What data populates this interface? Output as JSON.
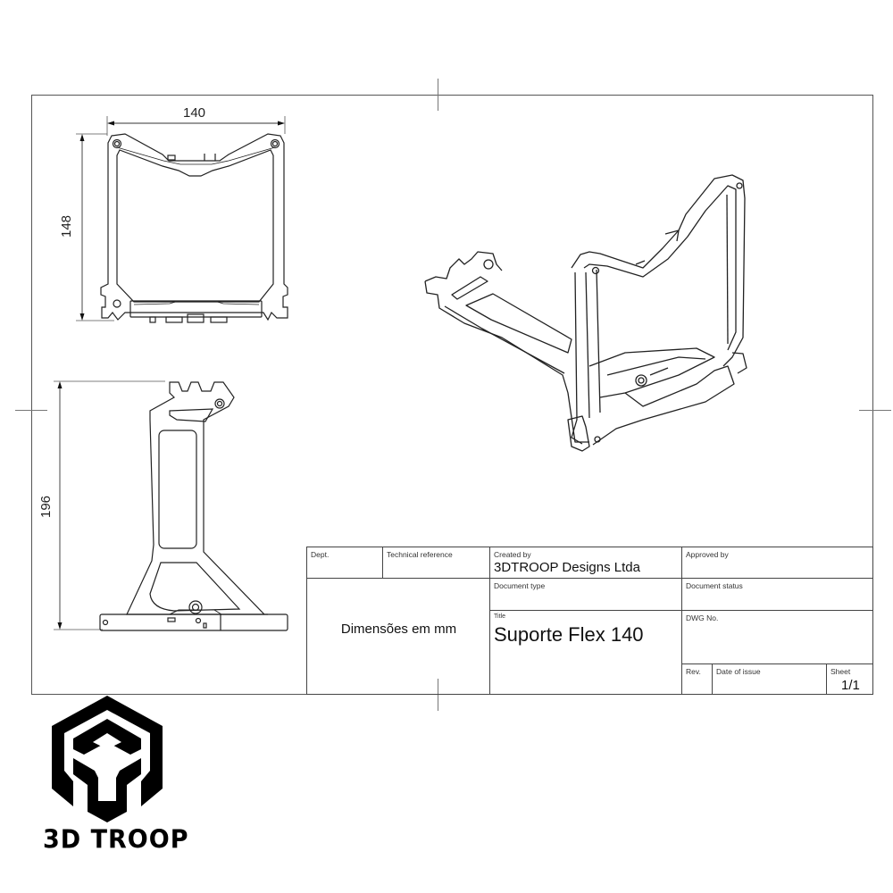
{
  "drawing": {
    "views": {
      "top": {
        "width_dimension": "140",
        "height_dimension": "148"
      },
      "side": {
        "height_dimension": "196"
      },
      "isometric": {}
    }
  },
  "title_block": {
    "dept_label": "Dept.",
    "dept_value": "",
    "technical_reference_label": "Technical reference",
    "technical_reference_value": "",
    "created_by_label": "Created by",
    "created_by_value": "3DTROOP Designs Ltda",
    "approved_by_label": "Approved by",
    "approved_by_value": "",
    "document_type_label": "Document type",
    "document_type_value": "",
    "document_status_label": "Document status",
    "document_status_value": "",
    "note": "Dimensões em mm",
    "title_label": "Title",
    "title_value": "Suporte Flex 140",
    "dwg_no_label": "DWG No.",
    "dwg_no_value": "",
    "rev_label": "Rev.",
    "rev_value": "",
    "date_of_issue_label": "Date of issue",
    "date_of_issue_value": "",
    "sheet_label": "Sheet",
    "sheet_value": "1/1"
  },
  "logo": {
    "icon": "3d-troop-cube-logo",
    "text": "3D TROOP"
  },
  "colors": {
    "line": "#222222",
    "frame": "#555555",
    "background": "#ffffff"
  }
}
